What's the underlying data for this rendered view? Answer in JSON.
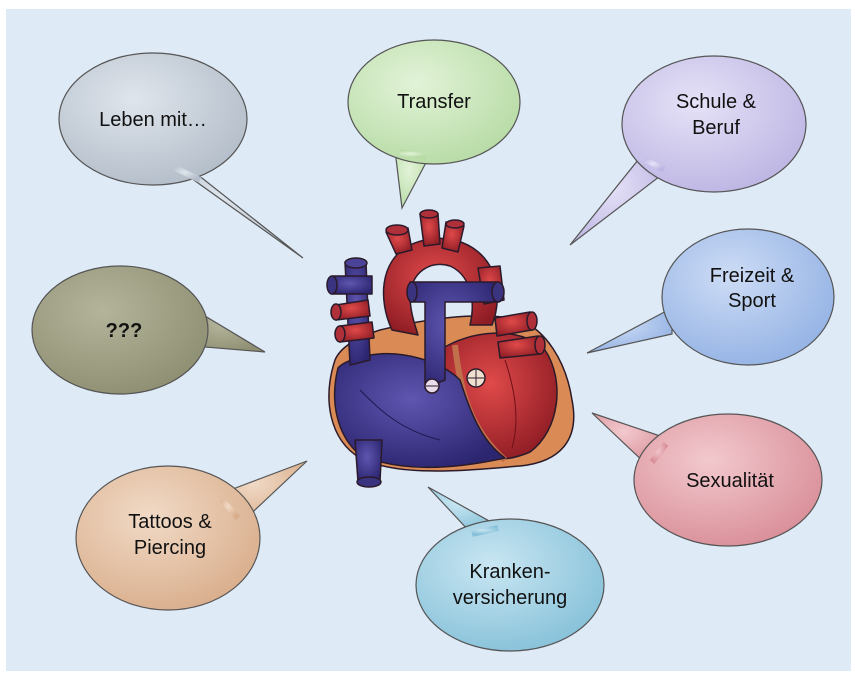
{
  "bubbles": {
    "leben": {
      "label": "Leben mit…",
      "color": "#c3ccd6"
    },
    "transfer": {
      "label": "Transfer",
      "color": "#c6e4b8"
    },
    "schule": {
      "line1": "Schule &",
      "line2": "Beruf",
      "color": "#cfc9ec"
    },
    "unknown": {
      "label": "???",
      "color": "#9b9c80"
    },
    "freizeit": {
      "line1": "Freizeit &",
      "line2": "Sport",
      "color": "#aac4ec"
    },
    "tattoos": {
      "line1": "Tattoos &",
      "line2": "Piercing",
      "color": "#e6c4a6"
    },
    "sexualitaet": {
      "label": "Sexualität",
      "color": "#e6a6ae"
    },
    "kranken": {
      "line1": "Kranken-",
      "line2": "versicherung",
      "color": "#a4d3e6"
    }
  },
  "heart": {
    "icon": "heart-anatomy-icon"
  }
}
